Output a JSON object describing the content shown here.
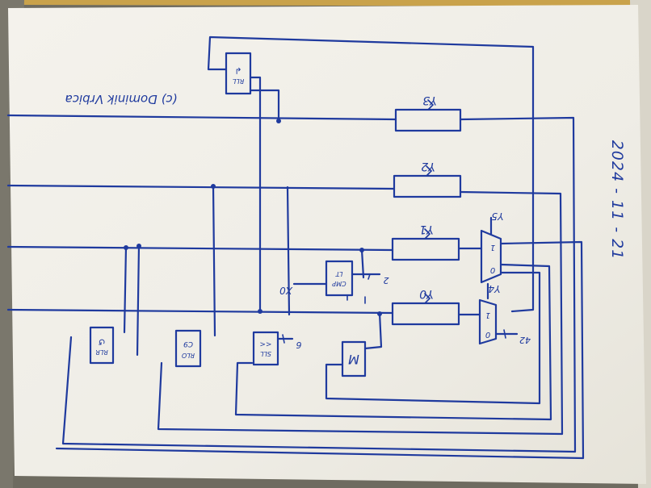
{
  "annotations": {
    "copyright": "(c) Dominik Vrbica",
    "date": "2024 - 11 - 21"
  },
  "registers": [
    {
      "id": "y3",
      "label": "Y3"
    },
    {
      "id": "y2",
      "label": "Y2"
    },
    {
      "id": "y1",
      "label": "Y1"
    },
    {
      "id": "y0",
      "label": "Y0"
    }
  ],
  "blocks": {
    "rll": {
      "line1": "RLL",
      "line2": "↲"
    },
    "rlr": {
      "line1": "RLR",
      "line2": "↺"
    },
    "rlo": {
      "line1": "RLO",
      "line2": "C9"
    },
    "sll": {
      "line1": "SLL",
      "line2": "<<"
    },
    "cmp": {
      "line1": "CMP",
      "line2": "LT"
    },
    "m": {
      "label": "M"
    },
    "mux_top": {
      "top": "1",
      "bottom": "0"
    },
    "mux_bottom": {
      "top": "1",
      "bottom": "0"
    }
  },
  "signals": {
    "x0": "X0",
    "y4": "Y4",
    "y5": "Y5",
    "cmp_const": "2",
    "sll_const": "6",
    "mux_const": "42"
  },
  "colors": {
    "ink": "#1f3a9e",
    "paper": "#f3f1ea",
    "background": "#6d6a5e"
  }
}
